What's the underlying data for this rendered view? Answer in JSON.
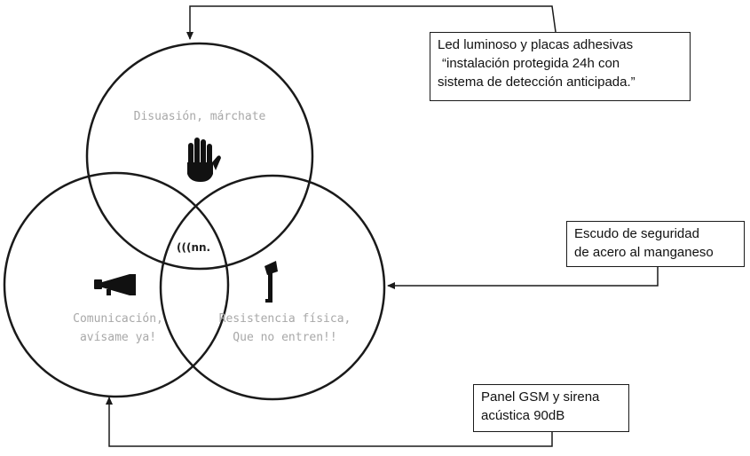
{
  "circles": {
    "deterrence": {
      "line1": "Disuasión, márchate",
      "icon": "stop-hand-icon"
    },
    "communication": {
      "line1": "Comunicación,",
      "line2": "avísame ya!",
      "icon": "megaphone-icon"
    },
    "resistance": {
      "line1": "Resistencia física,",
      "line2": "Que no entren!!",
      "icon": "axe-icon"
    }
  },
  "center_logo": "(((nn.",
  "callouts": {
    "deterrence": {
      "line1": "Led luminoso y placas adhesivas",
      "line2": "“instalación protegida 24h con",
      "line3": "sistema de detección anticipada.”"
    },
    "resistance": {
      "line1": "Escudo de seguridad",
      "line2": "de acero al manganeso"
    },
    "communication": {
      "line1": "Panel GSM y sirena",
      "line2": "acústica 90dB"
    }
  },
  "colors": {
    "stroke": "#1a1a1a",
    "label_text": "#a8a8a8"
  }
}
